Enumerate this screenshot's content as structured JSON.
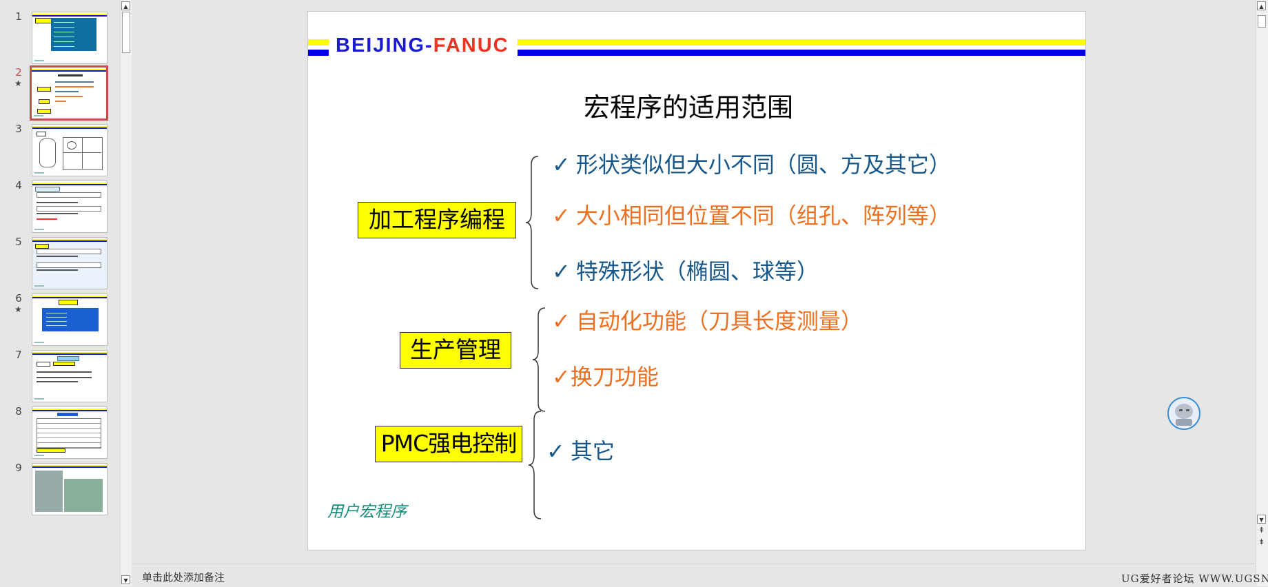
{
  "thumbnails": [
    {
      "number": "1",
      "star": ""
    },
    {
      "number": "2",
      "star": "★"
    },
    {
      "number": "3",
      "star": ""
    },
    {
      "number": "4",
      "star": ""
    },
    {
      "number": "5",
      "star": ""
    },
    {
      "number": "6",
      "star": "★"
    },
    {
      "number": "7",
      "star": ""
    },
    {
      "number": "8",
      "star": ""
    },
    {
      "number": "9",
      "star": ""
    }
  ],
  "selected_slide": 2,
  "slide": {
    "logo_part1": "BEIJING",
    "logo_dash": "-",
    "logo_part2": "FANUC",
    "title": "宏程序的适用范围",
    "categories": [
      "加工程序编程",
      "生产管理",
      "PMC强电控制"
    ],
    "items": [
      {
        "check": "✓",
        "text": "形状类似但大小不同（圆、方及其它）",
        "color": "blue"
      },
      {
        "check": "✓",
        "text": "大小相同但位置不同（组孔、阵列等）",
        "color": "orange"
      },
      {
        "check": "✓",
        "text": "特殊形状（椭圆、球等）",
        "color": "blue"
      },
      {
        "check": "✓",
        "text": "自动化功能（刀具长度测量）",
        "color": "orange"
      },
      {
        "check": "✓",
        "text": "换刀功能",
        "color": "orange"
      },
      {
        "check": "✓",
        "text": "其它",
        "color": "blue"
      }
    ],
    "footer_label": "用户宏程序"
  },
  "notes_placeholder": "单击此处添加备注",
  "watermark": "UG爱好者论坛 WWW.UGSNX.COM",
  "colors": {
    "accent_yellow": "#ffff00",
    "accent_blue": "#0000e6",
    "text_blue": "#17578a",
    "text_orange": "#ee6f1f",
    "selection": "#c0504d"
  }
}
